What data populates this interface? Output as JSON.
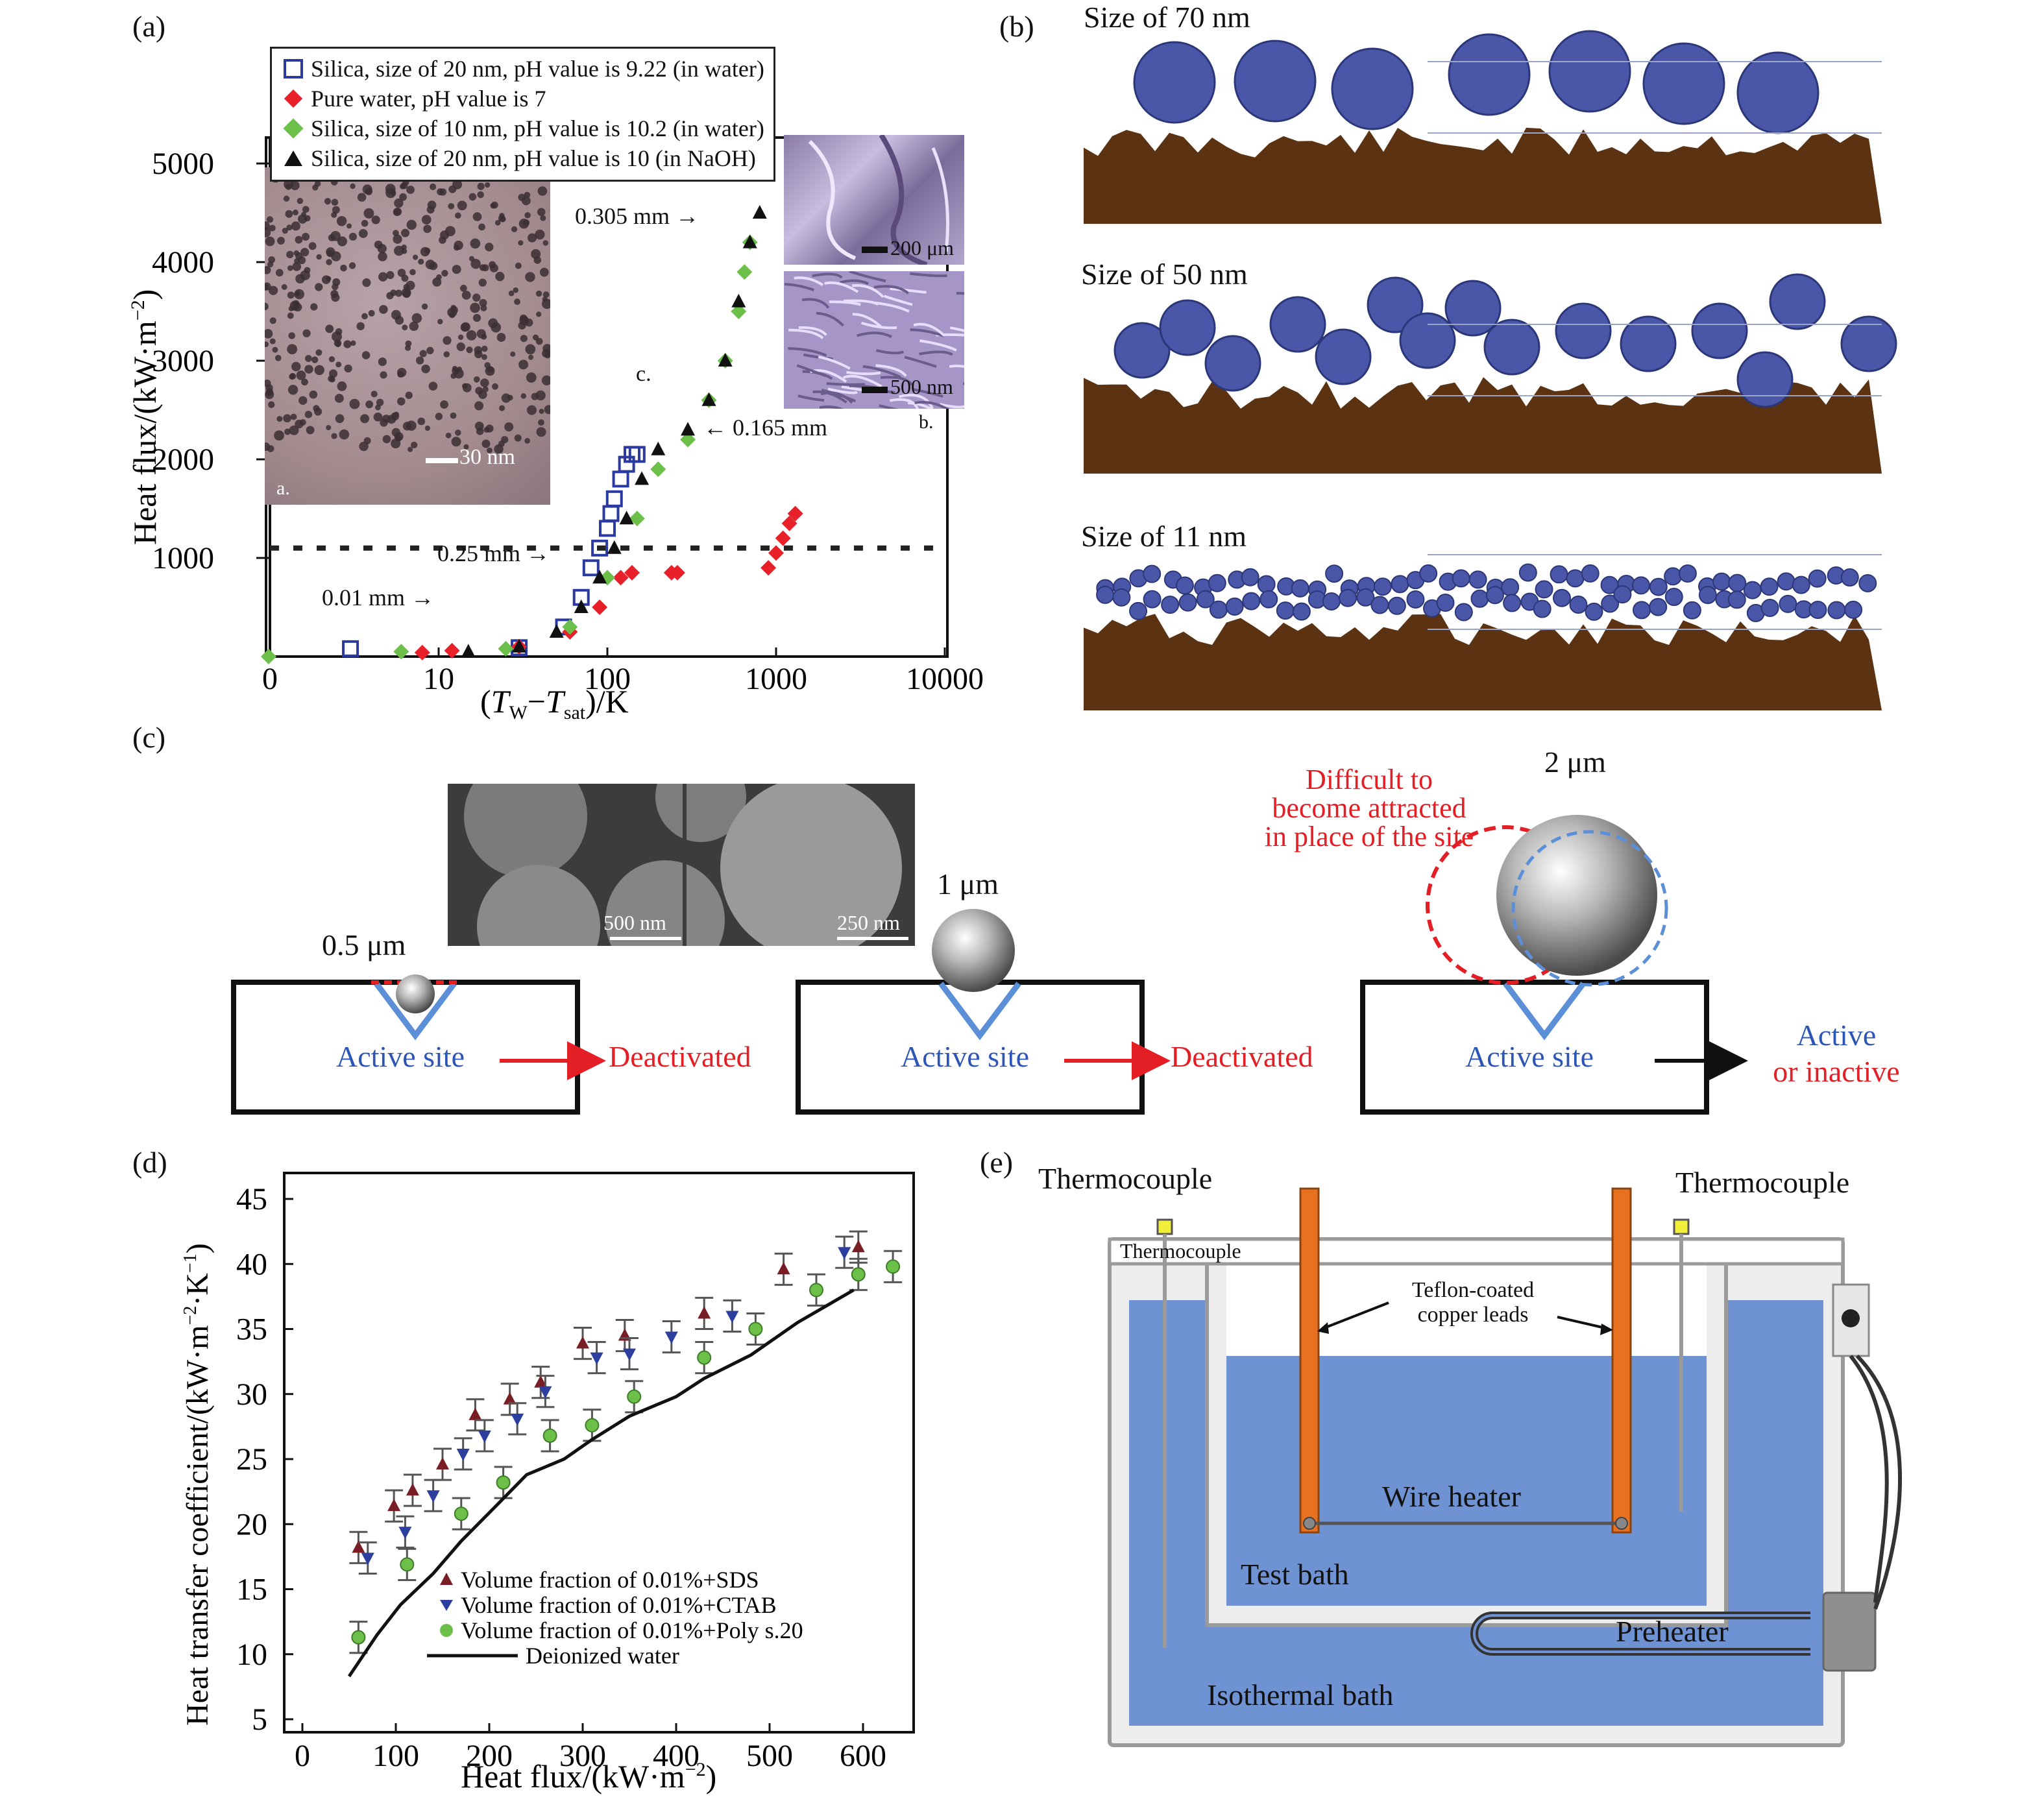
{
  "panel_labels": {
    "a": "(a)",
    "b": "(b)",
    "c": "(c)",
    "d": "(d)",
    "e": "(e)"
  },
  "colors": {
    "sphere_blue": "#4a57a8",
    "surface_brown": "#5c3312",
    "water_blue": "#6f92d2",
    "lead_orange": "#e8711f",
    "red_text": "#e31e24",
    "blue_text": "#2d55b5",
    "green_marker": "#6cc04a"
  },
  "panel_a": {
    "legend": [
      "Silica, size of 20 nm, pH value is 9.22 (in water)",
      "Pure water, pH value is 7",
      "Silica, size of 10 nm, pH value is 10.2 (in water)",
      "Silica, size of 20 nm, pH value is 10 (in NaOH)"
    ],
    "annotations": {
      "mm_0305": "0.305 mm",
      "mm_0165": "0.165 mm",
      "mm_025": "0.25 mm",
      "mm_001": "0.01 mm",
      "inset_a": "a.",
      "inset_b": "b.",
      "inset_c": "c.",
      "scale_30": "30 nm",
      "scale_200": "200 μm",
      "scale_500": "500 nm"
    }
  },
  "panel_b": {
    "labels": [
      "Size of 70 nm",
      "Size of 50 nm",
      "Size of 11 nm"
    ]
  },
  "panel_c": {
    "sizes": [
      "0.5 μm",
      "1 μm",
      "2 μm"
    ],
    "active_site": "Active site",
    "deactivated": "Deactivated",
    "active_or_inactive": [
      "Active",
      "or inactive"
    ],
    "difficult": [
      "Difficult to",
      "become attracted",
      "in place of the site"
    ],
    "sem_scales": [
      "500 nm",
      "250 nm"
    ]
  },
  "panel_e": {
    "thermocouple_left": "Thermocouple",
    "thermocouple_right": "Thermocouple",
    "thermocouple_inner": "Thermocouple",
    "teflon": [
      "Teflon-coated",
      "copper leads"
    ],
    "wire_heater": "Wire heater",
    "test_bath": "Test bath",
    "isothermal_bath": "Isothermal bath",
    "preheater": "Preheater"
  },
  "chart_data": [
    {
      "panel": "a",
      "type": "scatter",
      "xscale": "log",
      "xlabel": "(T_W−T_sat)/K",
      "ylabel": "Heat flux/(kW·m^−2)",
      "xticks": [
        "0",
        "10",
        "100",
        "1000",
        "10000"
      ],
      "yticks": [
        "1000",
        "2000",
        "3000",
        "4000",
        "5000"
      ],
      "ylim": [
        0,
        5000
      ],
      "hline": 1100,
      "series": [
        {
          "name": "Silica, size of 20 nm, pH value is 9.22 (in water)",
          "marker": "open-square",
          "color": "#2a3aa0",
          "x": [
            3,
            30,
            55,
            70,
            80,
            90,
            100,
            105,
            110,
            120,
            130,
            140,
            150
          ],
          "y": [
            80,
            90,
            300,
            600,
            900,
            1100,
            1300,
            1450,
            1600,
            1800,
            1950,
            2050,
            2050
          ]
        },
        {
          "name": "Pure water, pH value is 7",
          "marker": "diamond",
          "color": "#e8202a",
          "x": [
            8,
            12,
            30,
            60,
            90,
            120,
            140,
            240,
            260,
            900,
            1000,
            1100,
            1200,
            1300
          ],
          "y": [
            40,
            60,
            100,
            250,
            500,
            800,
            850,
            850,
            850,
            900,
            1050,
            1200,
            1350,
            1450
          ]
        },
        {
          "name": "Silica, size of 10 nm, pH value is 10.2 (in water)",
          "marker": "diamond",
          "color": "#6cc04a",
          "x": [
            0.2,
            6,
            25,
            60,
            100,
            150,
            200,
            300,
            400,
            500,
            600,
            650,
            700
          ],
          "y": [
            0,
            50,
            80,
            300,
            800,
            1400,
            1900,
            2200,
            2600,
            3000,
            3500,
            3900,
            4200
          ]
        },
        {
          "name": "Silica, size of 20 nm, pH value is 10 (in NaOH)",
          "marker": "triangle",
          "color": "#111111",
          "x": [
            15,
            30,
            50,
            70,
            90,
            110,
            130,
            160,
            200,
            300,
            400,
            500,
            600,
            700,
            800
          ],
          "y": [
            50,
            100,
            250,
            500,
            800,
            1100,
            1400,
            1800,
            2100,
            2300,
            2600,
            3000,
            3600,
            4200,
            4500
          ]
        }
      ]
    },
    {
      "panel": "d",
      "type": "scatter",
      "xlabel": "Heat flux/(kW·m^−2)",
      "ylabel": "Heat transfer coefficient/(kW·m^−2·K^−1)",
      "xlim": [
        0,
        680
      ],
      "ylim": [
        5,
        47
      ],
      "xticks": [
        0,
        100,
        200,
        300,
        400,
        500,
        600
      ],
      "yticks": [
        5,
        10,
        15,
        20,
        25,
        30,
        35,
        40,
        45
      ],
      "series": [
        {
          "name": "Volume fraction of 0.01%+SDS",
          "marker": "triangle-up",
          "color": "#7a1e25",
          "x": [
            60,
            98,
            118,
            150,
            185,
            222,
            255,
            300,
            345,
            430,
            515,
            595
          ],
          "y": [
            18.2,
            21.4,
            22.6,
            24.6,
            28.4,
            29.6,
            30.9,
            33.9,
            34.5,
            36.2,
            39.6,
            41.3
          ]
        },
        {
          "name": "Volume fraction of 0.01%+CTAB",
          "marker": "triangle-down",
          "color": "#2d3f9e",
          "x": [
            70,
            110,
            140,
            172,
            195,
            230,
            260,
            315,
            350,
            395,
            460,
            580
          ],
          "y": [
            17.4,
            19.4,
            22.2,
            25.4,
            26.8,
            28.1,
            30.2,
            32.8,
            33.1,
            34.4,
            36.0,
            40.9
          ]
        },
        {
          "name": "Volume fraction of 0.01%+Poly s.20",
          "marker": "circle",
          "color": "#6cc04a",
          "x": [
            60,
            112,
            170,
            215,
            265,
            310,
            355,
            430,
            485,
            550,
            595,
            632
          ],
          "y": [
            11.3,
            16.9,
            20.8,
            23.2,
            26.8,
            27.6,
            29.8,
            32.8,
            35.0,
            38.0,
            39.2,
            39.8
          ]
        },
        {
          "name": "Deionized water",
          "marker": "line",
          "color": "#111111",
          "x": [
            50,
            80,
            105,
            140,
            170,
            210,
            240,
            280,
            310,
            350,
            400,
            430,
            480,
            530,
            590
          ],
          "y": [
            8.3,
            11.5,
            13.8,
            16.2,
            18.7,
            21.6,
            23.8,
            25.0,
            26.5,
            28.3,
            29.8,
            31.2,
            33.0,
            35.5,
            38.0
          ]
        }
      ]
    }
  ]
}
